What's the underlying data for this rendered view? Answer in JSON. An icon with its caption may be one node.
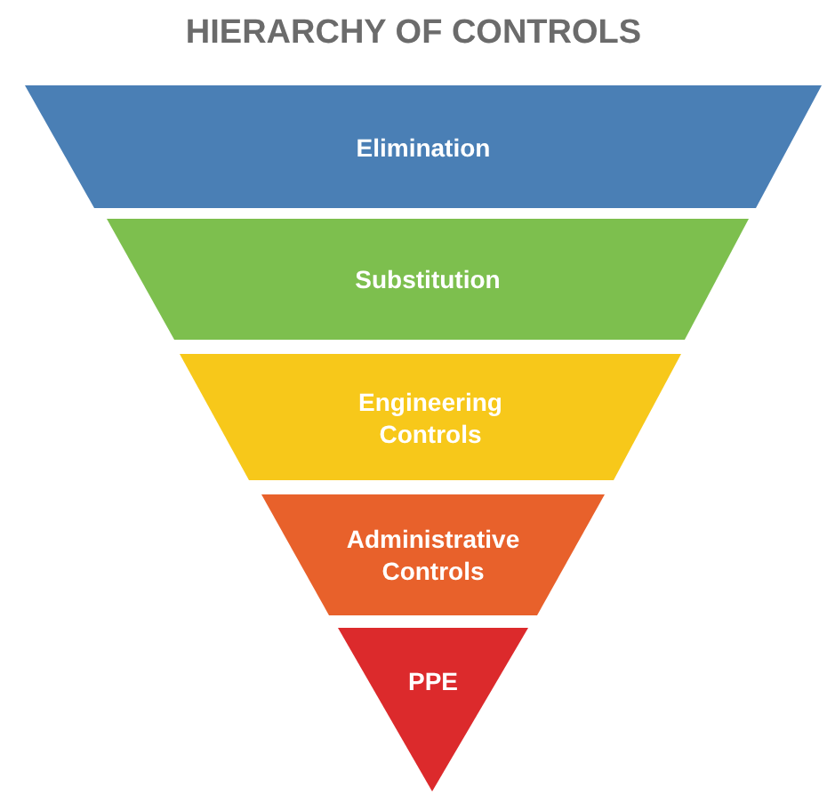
{
  "diagram": {
    "title": "HIERARCHY OF CONTROLS",
    "nodes": [
      {
        "text": [
          "Elimination"
        ]
      },
      {
        "text": [
          "Substitution"
        ]
      },
      {
        "text": [
          "Engineering Controls"
        ]
      },
      {
        "text": [
          "Administrative Controls"
        ]
      },
      {
        "text": [
          "PPE"
        ]
      }
    ]
  }
}
